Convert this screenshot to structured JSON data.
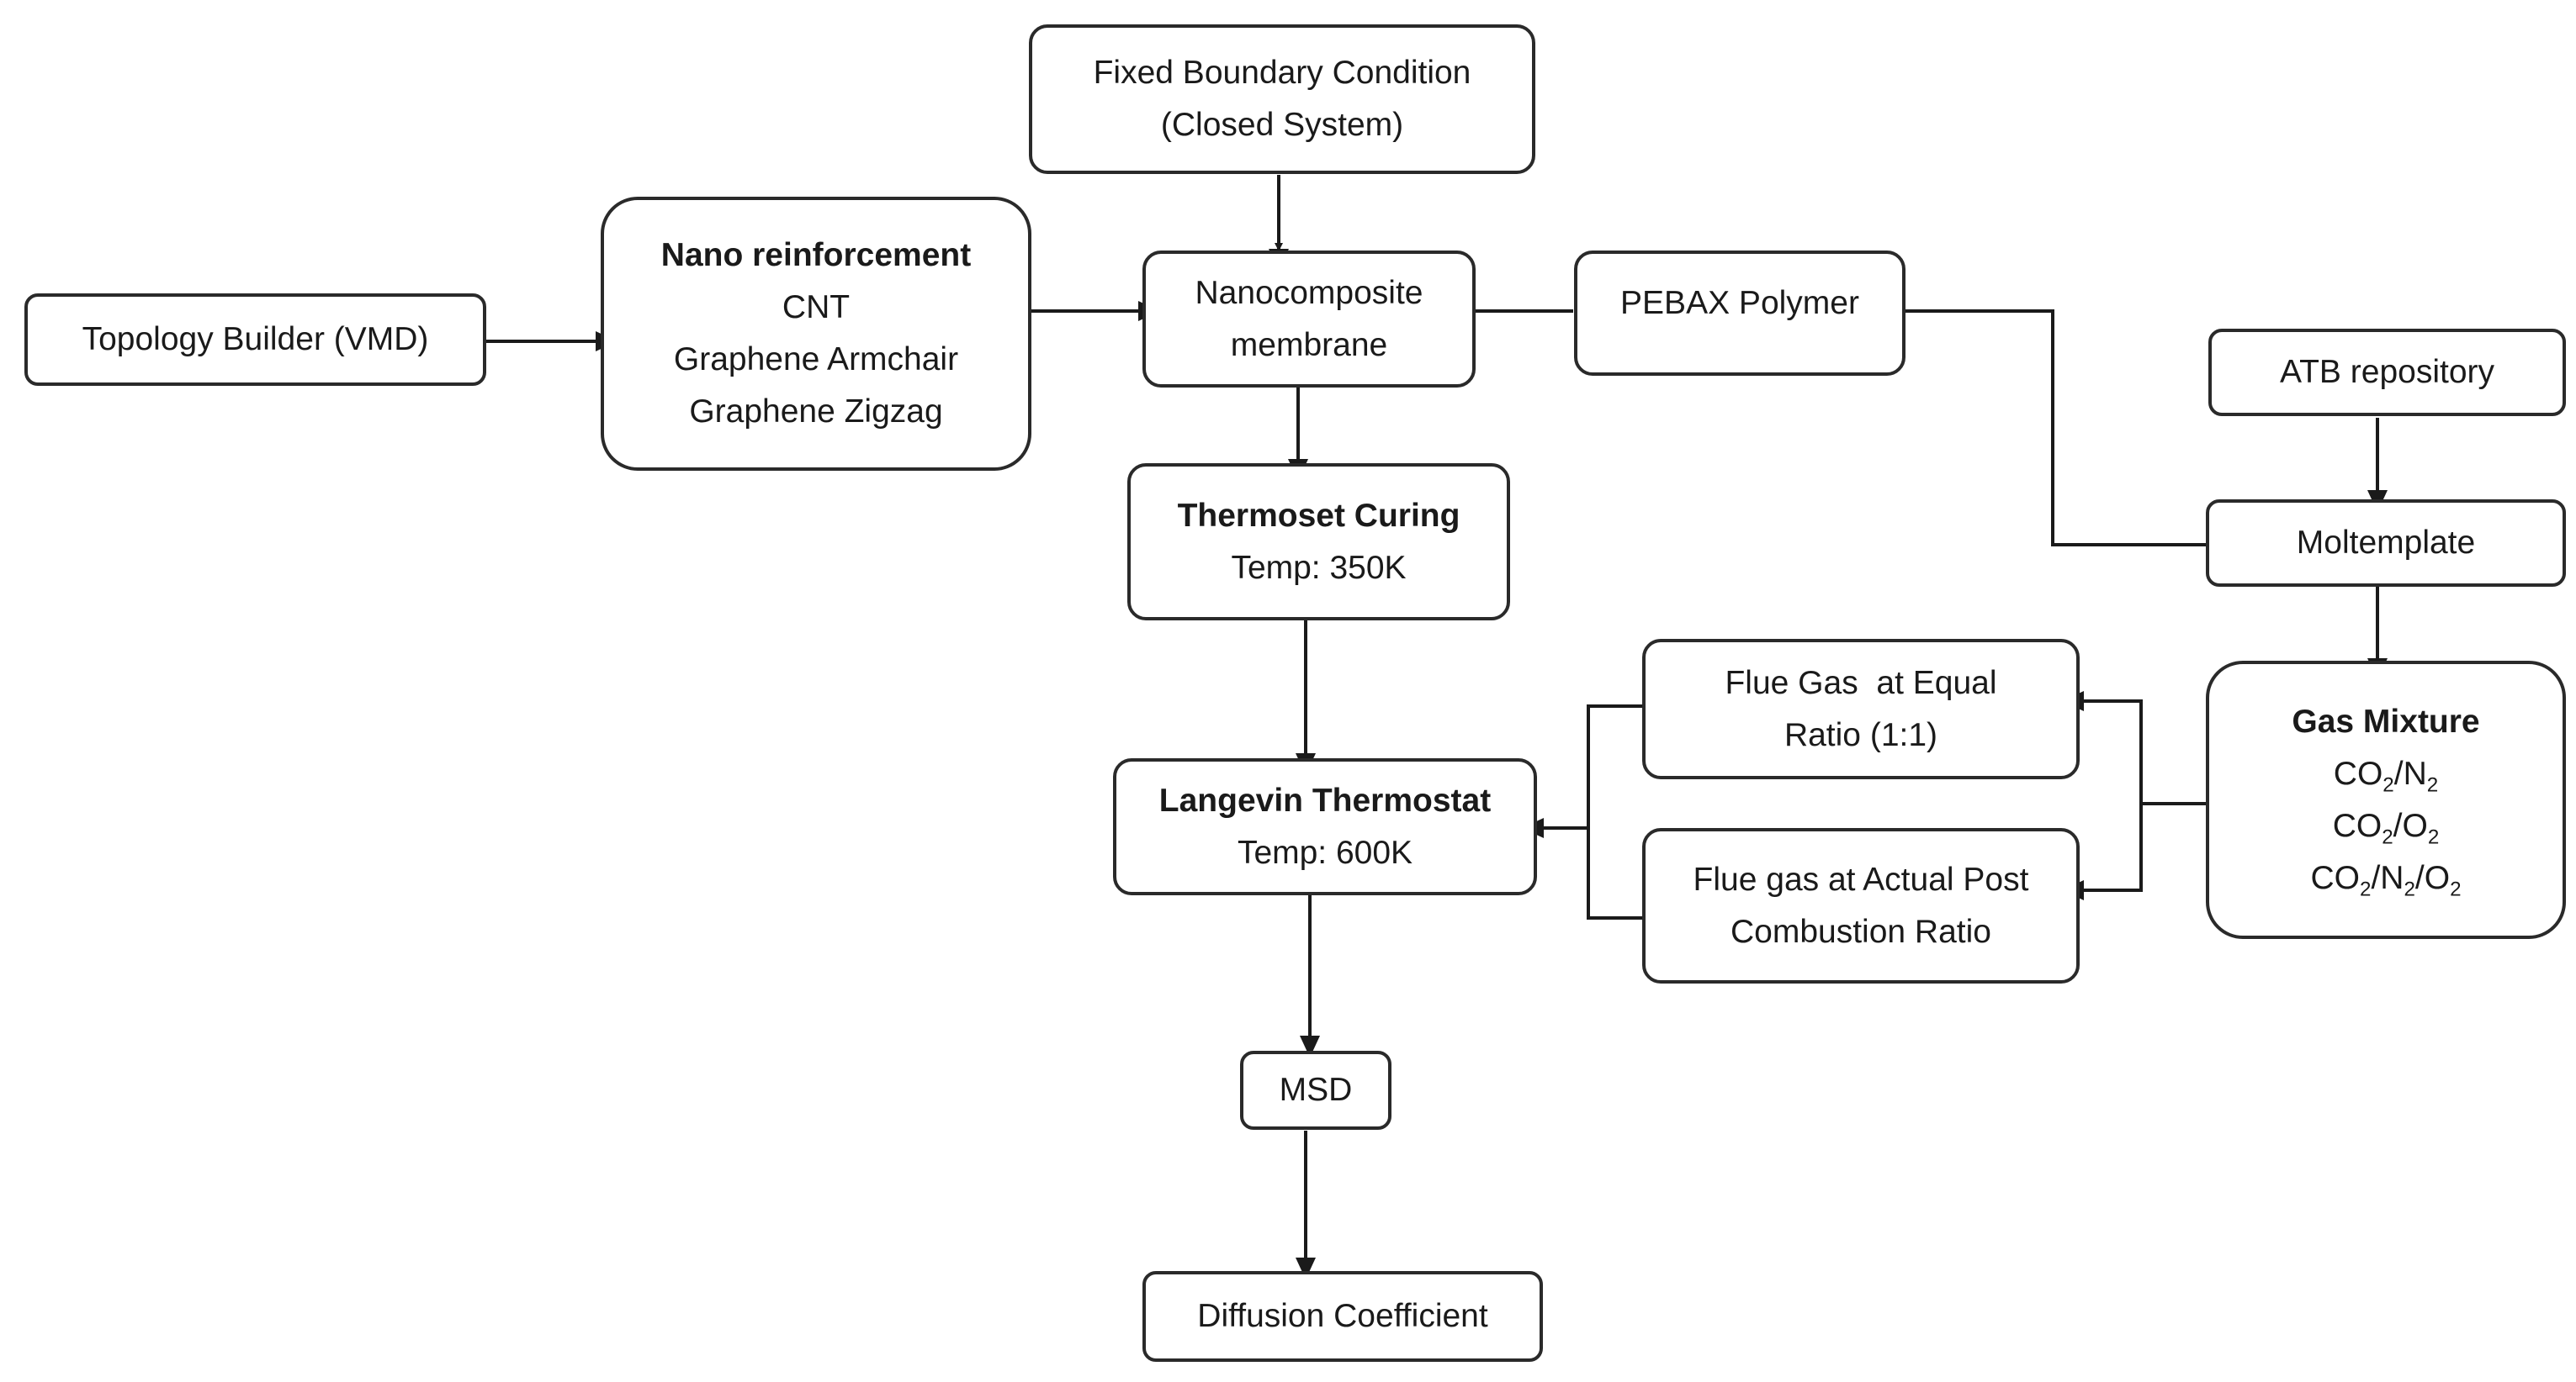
{
  "nodes": {
    "fixed_boundary": {
      "line1": "Fixed Boundary Condition",
      "line2": "(Closed System)"
    },
    "topology_builder": {
      "label": "Topology Builder (VMD)"
    },
    "nano_reinforcement": {
      "title": "Nano reinforcement",
      "items": [
        "CNT",
        "Graphene Armchair",
        "Graphene Zigzag"
      ]
    },
    "nanocomposite_membrane": {
      "line1": "Nanocomposite",
      "line2": "membrane"
    },
    "pebax_polymer": {
      "label": "PEBAX Polymer"
    },
    "atb_repository": {
      "label": "ATB repository"
    },
    "moltemplate": {
      "label": "Moltemplate"
    },
    "thermoset_curing": {
      "title": "Thermoset Curing",
      "detail": "Temp: 350K"
    },
    "flue_gas_equal": {
      "line1": "Flue Gas  at Equal",
      "line2": "Ratio (1:1)"
    },
    "flue_gas_actual": {
      "line1": "Flue gas at Actual Post",
      "line2": "Combustion Ratio"
    },
    "langevin_thermostat": {
      "title": "Langevin Thermostat",
      "detail": "Temp: 600K"
    },
    "gas_mixture": {
      "title": "Gas Mixture",
      "items": [
        {
          "p1": "CO",
          "s1": "2",
          "p2": "/N",
          "s2": "2",
          "p3": "",
          "s3": "",
          "p4": ""
        },
        {
          "p1": "CO",
          "s1": "2",
          "p2": "/O",
          "s2": "2",
          "p3": "",
          "s3": "",
          "p4": ""
        },
        {
          "p1": "CO",
          "s1": "2",
          "p2": "/N",
          "s2": "2",
          "p3": "/O",
          "s3": "2",
          "p4": ""
        }
      ]
    },
    "msd": {
      "label": "MSD"
    },
    "diffusion_coefficient": {
      "label": "Diffusion Coefficient"
    }
  },
  "colors": {
    "stroke": "#2a2a2a",
    "text": "#1a1a1a",
    "background": "#ffffff"
  }
}
